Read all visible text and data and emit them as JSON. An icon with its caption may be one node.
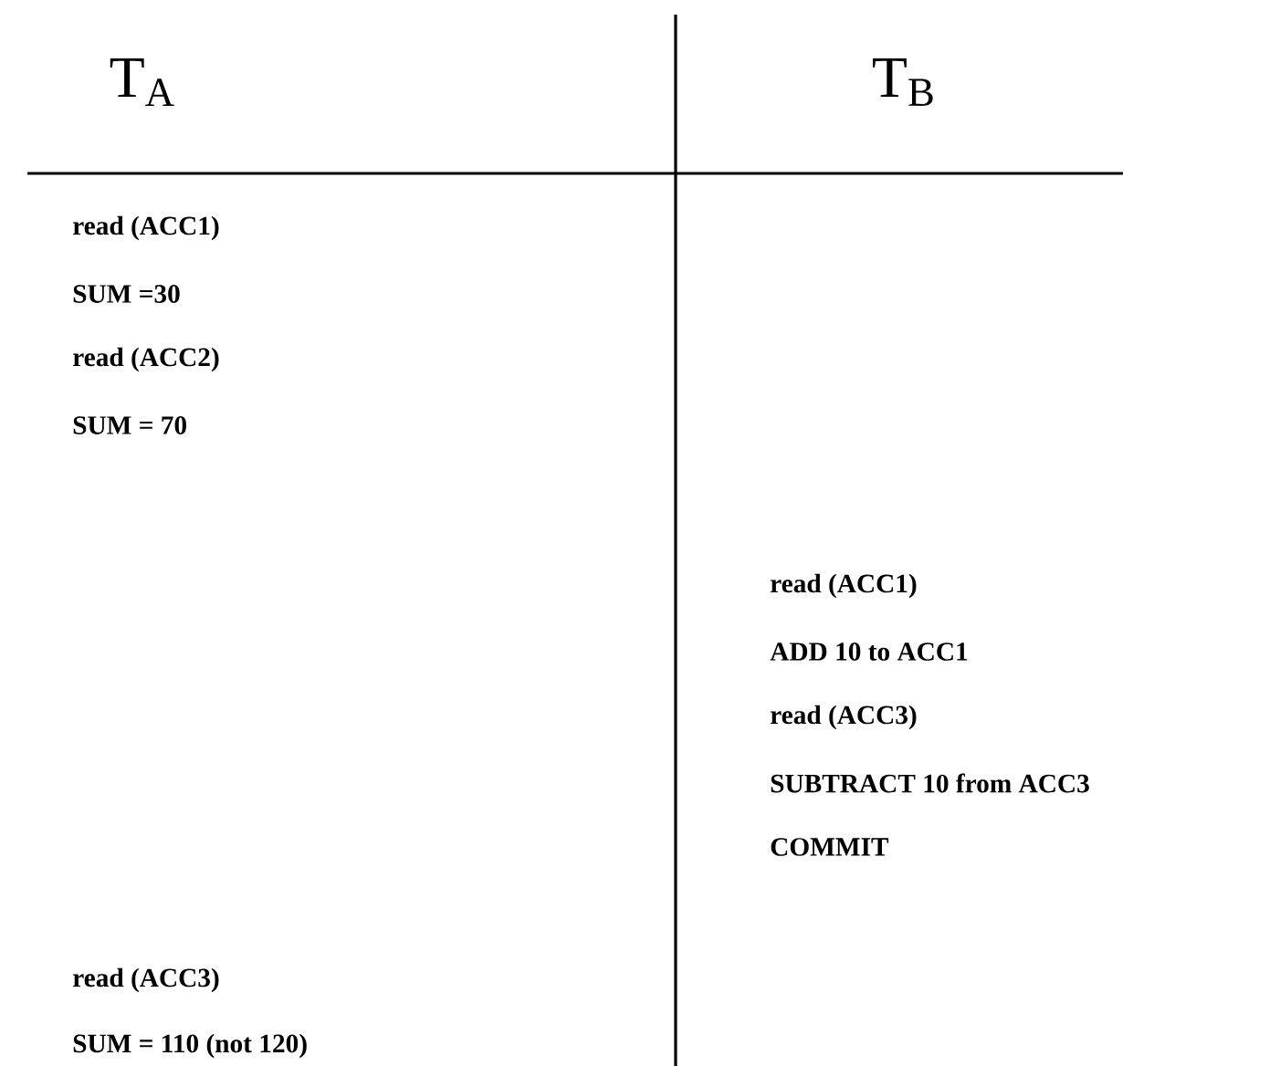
{
  "diagram": {
    "labels": [
      "T$_{A}$",
      "T$_{B}$",
      "read (ACC1)",
      "SUM =30",
      "read (ACC2)",
      "SUM = 70",
      "read (ACC1)",
      "ADD 10 to ACC1",
      "read (ACC3)",
      "SUBTRACT 10 from ACC3",
      "COMMIT",
      "read (ACC3)",
      "SUM = 110 (not 120)"
    ]
  }
}
